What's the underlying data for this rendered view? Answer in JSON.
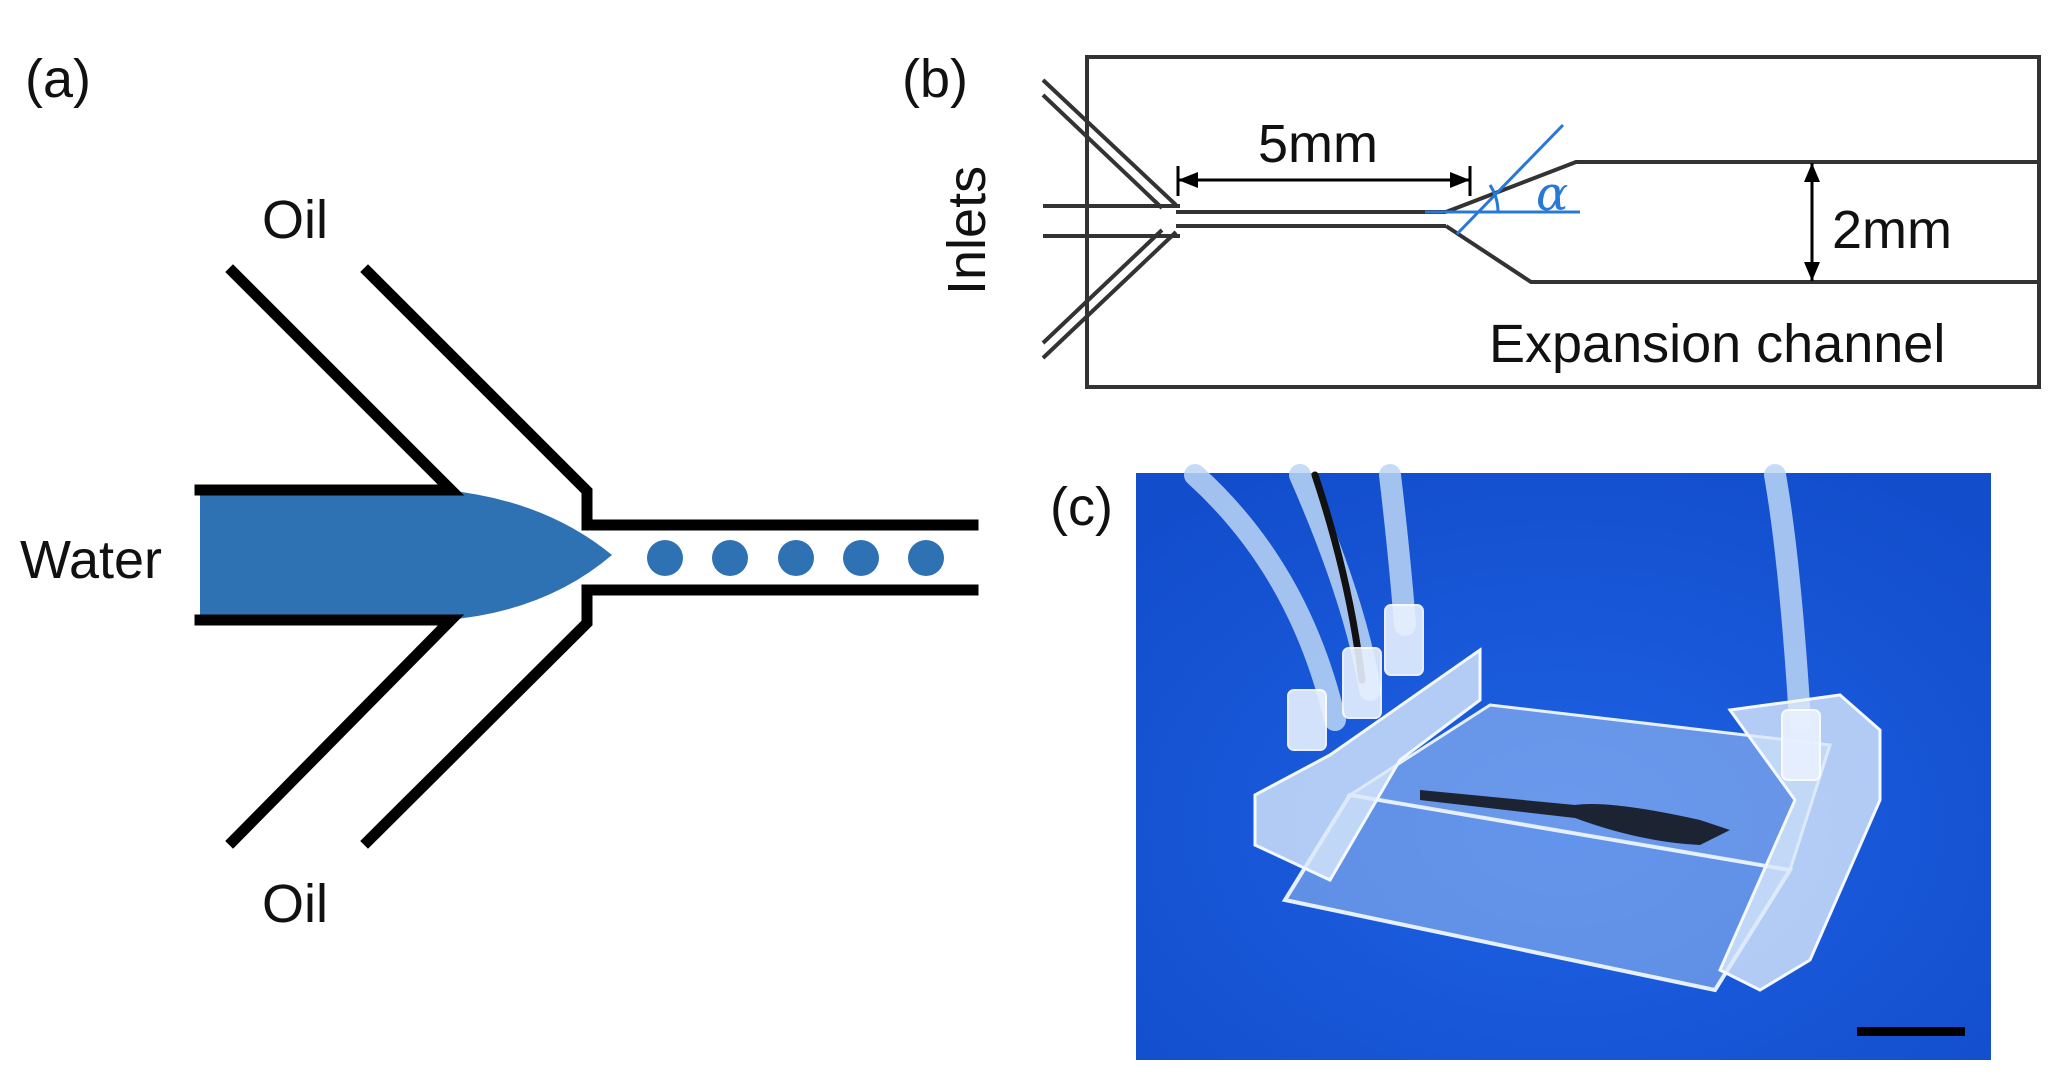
{
  "panels": {
    "a": {
      "label": "(a)",
      "oil_top": "Oil",
      "oil_bottom": "Oil",
      "water": "Water",
      "droplet_count": 5,
      "colors": {
        "channel_wall": "#000000",
        "water": "#2f72b3"
      }
    },
    "b": {
      "label": "(b)",
      "inlets": "Inlets",
      "length": "5mm",
      "width": "2mm",
      "angle": "α",
      "expansion": "Expansion channel",
      "colors": {
        "outline": "#333333",
        "angle_marker": "#2878d8"
      }
    },
    "c": {
      "label": "(c)",
      "photo": "photograph of fabricated microfluidic chip with tubing on blue background",
      "scale_bar": true,
      "colors": {
        "background": "#1a5de0",
        "scale_bar": "#000000"
      }
    }
  }
}
